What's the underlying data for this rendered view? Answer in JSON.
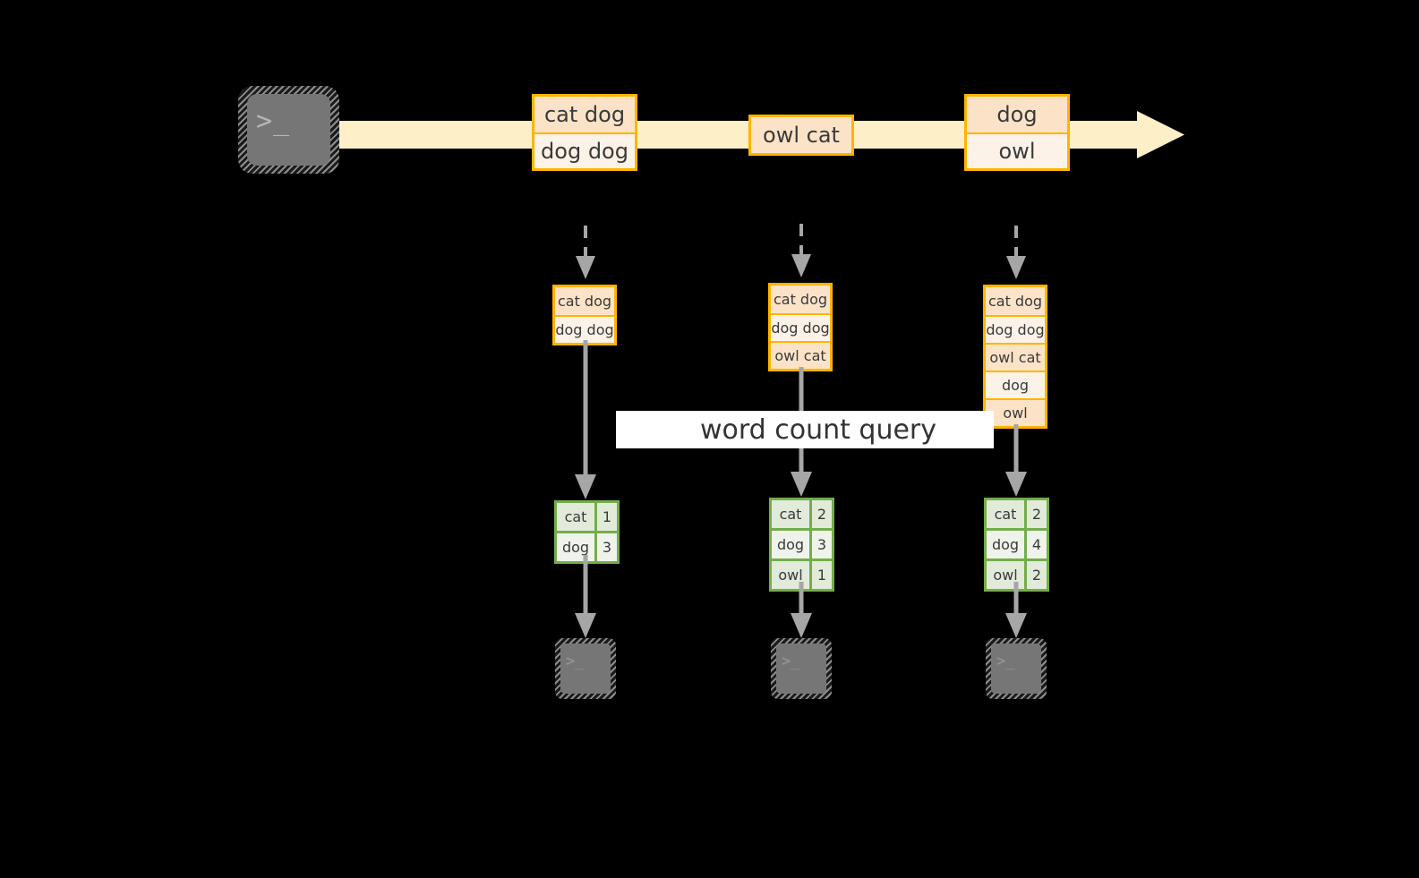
{
  "diagram": {
    "title": "word count streaming query",
    "colors": {
      "background": "#000000",
      "stream_fill": "#fdf0c9",
      "record_border": "#ffb400",
      "record_fill_dark": "#fce3c7",
      "record_fill_light": "#fdf2e7",
      "table_border": "#74ad4c",
      "table_fill_dark": "#e2eada",
      "table_fill_light": "#eff3eb",
      "connector": "#a6a6a6",
      "terminal_body": "#767676",
      "query_band": "#ffffff",
      "text": "#3a3a3a"
    }
  },
  "source": {
    "icon": "terminal-icon",
    "glyph": ">_"
  },
  "stream": {
    "icon": "right-arrow",
    "batches": [
      {
        "id": "batch-1",
        "rows": [
          {
            "text": "cat dog",
            "shade": "dark"
          },
          {
            "text": "dog dog",
            "shade": "light"
          }
        ]
      },
      {
        "id": "batch-2",
        "rows": [
          {
            "text": "owl cat",
            "shade": "dark"
          }
        ]
      },
      {
        "id": "batch-3",
        "rows": [
          {
            "text": "dog",
            "shade": "dark"
          },
          {
            "text": "owl",
            "shade": "light"
          }
        ]
      }
    ]
  },
  "query": {
    "label": "word count query"
  },
  "columns": [
    {
      "id": "trigger-1",
      "input_rows": [
        {
          "text": "cat dog",
          "shade": "dark"
        },
        {
          "text": "dog dog",
          "shade": "light"
        }
      ],
      "result_rows": [
        {
          "word": "cat",
          "count": "1",
          "shade": "dark"
        },
        {
          "word": "dog",
          "count": "3",
          "shade": "light"
        }
      ],
      "sink": {
        "icon": "terminal-icon",
        "glyph": ">_"
      }
    },
    {
      "id": "trigger-2",
      "input_rows": [
        {
          "text": "cat dog",
          "shade": "dark"
        },
        {
          "text": "dog dog",
          "shade": "light"
        },
        {
          "text": "owl cat",
          "shade": "dark"
        }
      ],
      "result_rows": [
        {
          "word": "cat",
          "count": "2",
          "shade": "dark"
        },
        {
          "word": "dog",
          "count": "3",
          "shade": "light"
        },
        {
          "word": "owl",
          "count": "1",
          "shade": "dark"
        }
      ],
      "sink": {
        "icon": "terminal-icon",
        "glyph": ">_"
      }
    },
    {
      "id": "trigger-3",
      "input_rows": [
        {
          "text": "cat dog",
          "shade": "dark"
        },
        {
          "text": "dog dog",
          "shade": "light"
        },
        {
          "text": "owl cat",
          "shade": "dark"
        },
        {
          "text": "dog",
          "shade": "light"
        },
        {
          "text": "owl",
          "shade": "dark"
        }
      ],
      "result_rows": [
        {
          "word": "cat",
          "count": "2",
          "shade": "dark"
        },
        {
          "word": "dog",
          "count": "4",
          "shade": "light"
        },
        {
          "word": "owl",
          "count": "2",
          "shade": "dark"
        }
      ],
      "sink": {
        "icon": "terminal-icon",
        "glyph": ">_"
      }
    }
  ]
}
